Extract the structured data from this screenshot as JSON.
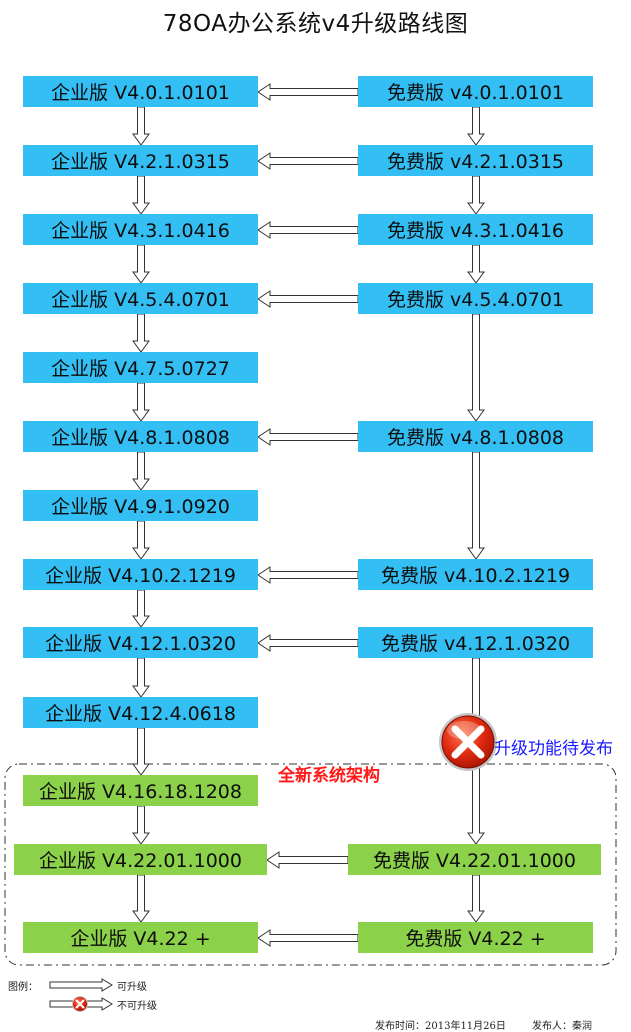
{
  "title": "78OA办公系统v4升级路线图",
  "new_architecture_label": "全新系统架构",
  "pending_label": "升级功能待发布",
  "colors": {
    "old_version": "#33bff4",
    "new_version": "#8cd14a",
    "label_red": "#ff1a1a",
    "label_blue": "#1a1aff"
  },
  "enterprise": [
    "企业版 V4.0.1.0101",
    "企业版 V4.2.1.0315",
    "企业版 V4.3.1.0416",
    "企业版 V4.5.4.0701",
    "企业版 V4.7.5.0727",
    "企业版 V4.8.1.0808",
    "企业版 V4.9.1.0920",
    "企业版 V4.10.2.1219",
    "企业版 V4.12.1.0320",
    "企业版 V4.12.4.0618",
    "企业版 V4.16.18.1208",
    "企业版 V4.22.01.1000",
    "企业版 V4.22 +"
  ],
  "free": [
    "免费版 v4.0.1.0101",
    "免费版 v4.2.1.0315",
    "免费版 v4.3.1.0416",
    "免费版 v4.5.4.0701",
    "免费版 v4.8.1.0808",
    "免费版 v4.10.2.1219",
    "免费版 v4.12.1.0320",
    "免费版 V4.22.01.1000",
    "免费版 V4.22 +"
  ],
  "legend": {
    "title": "图例：",
    "upgradable": "可升级",
    "not_upgradable": "不可升级"
  },
  "footer": {
    "publish_time": "发布时间：2013年11月26日",
    "publisher": "发布人：秦润"
  }
}
